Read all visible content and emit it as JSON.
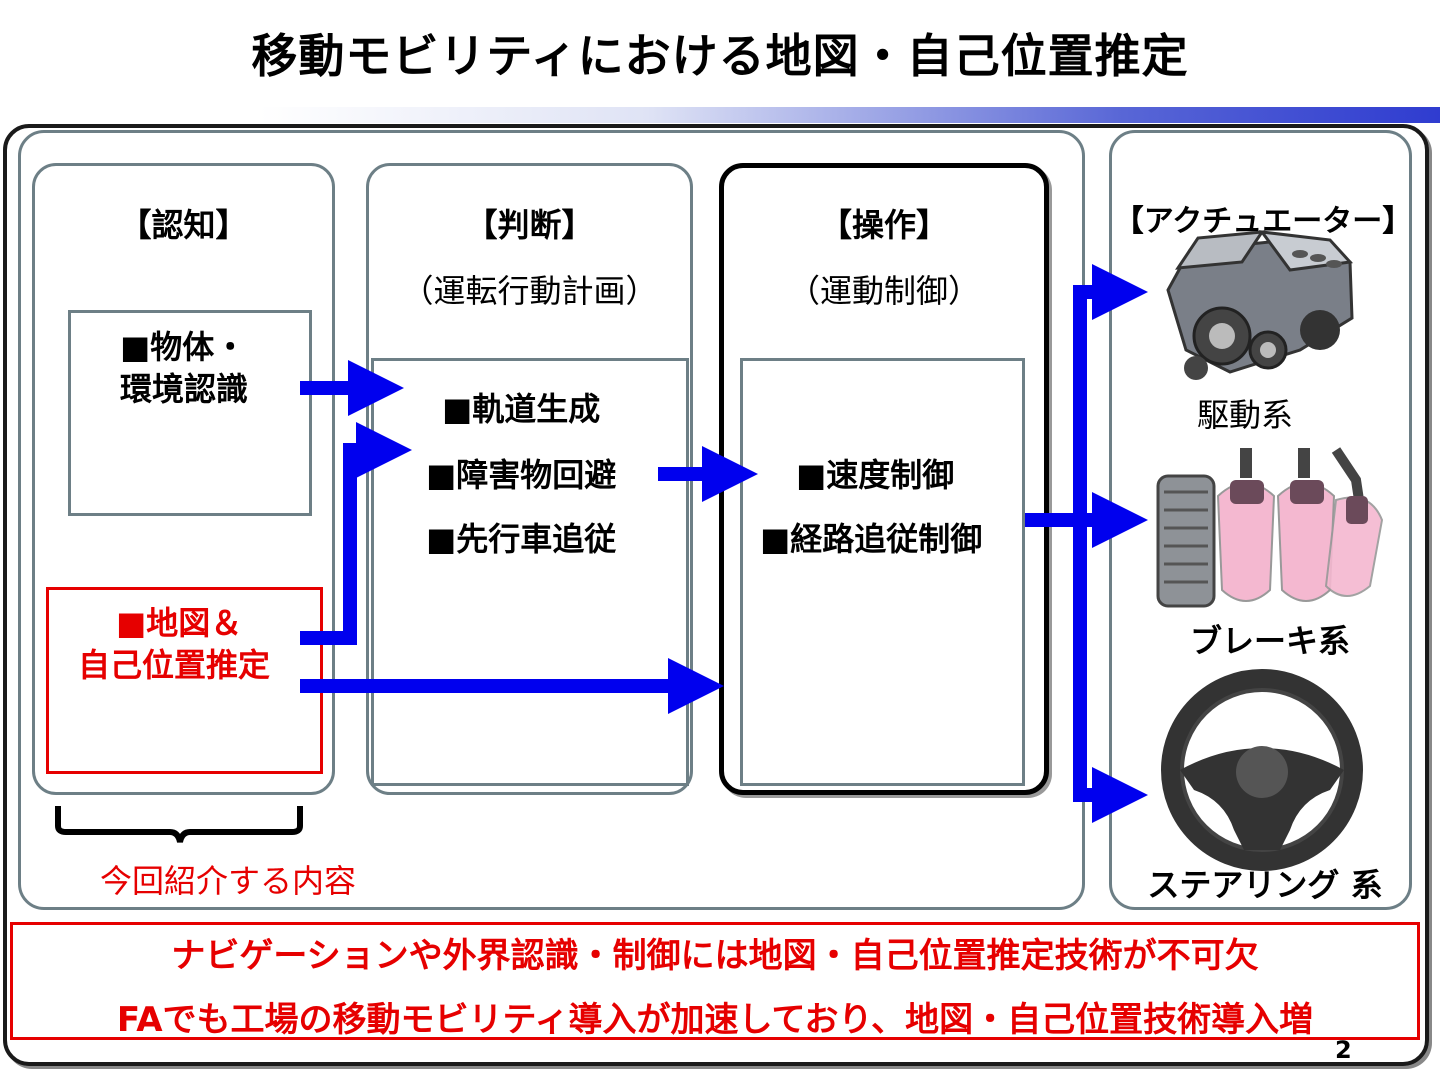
{
  "title": "移動モビリティにおける地図・自己位置推定",
  "columns": {
    "ninchi": {
      "header": "【認知】"
    },
    "handan": {
      "header": "【判断】",
      "sub": "（運転行動計画）"
    },
    "sousa": {
      "header": "【操作】",
      "sub": "（運動制御）"
    }
  },
  "boxes": {
    "object_line1": "■物体・",
    "object_line2": "環境認識",
    "map_line1": "■地図＆",
    "map_line2": "自己位置推定",
    "plan": [
      "■軌道生成",
      "■障害物回避",
      "■先行車追従"
    ],
    "control": [
      "■速度制御",
      "■経路追従制御"
    ]
  },
  "actuators": {
    "header": "【アクチュエーター】",
    "items": [
      {
        "label": "駆動系",
        "icon": "engine-icon"
      },
      {
        "label": "ブレーキ系",
        "icon": "pedals-icon"
      },
      {
        "label": "ステアリング 系",
        "icon": "steering-wheel-icon"
      }
    ]
  },
  "brace_label": "今回紹介する内容",
  "note": {
    "line1": "ナビゲーションや外界認識・制御には地図・自己位置推定技術が不可欠",
    "line2": "FAでも工場の移動モビリティ導入が加速しており、地図・自己位置技術導入増"
  },
  "page_number": "2",
  "colors": {
    "arrow": "#0000ee",
    "highlight": "#e60000",
    "frame": "#6d7f86"
  }
}
